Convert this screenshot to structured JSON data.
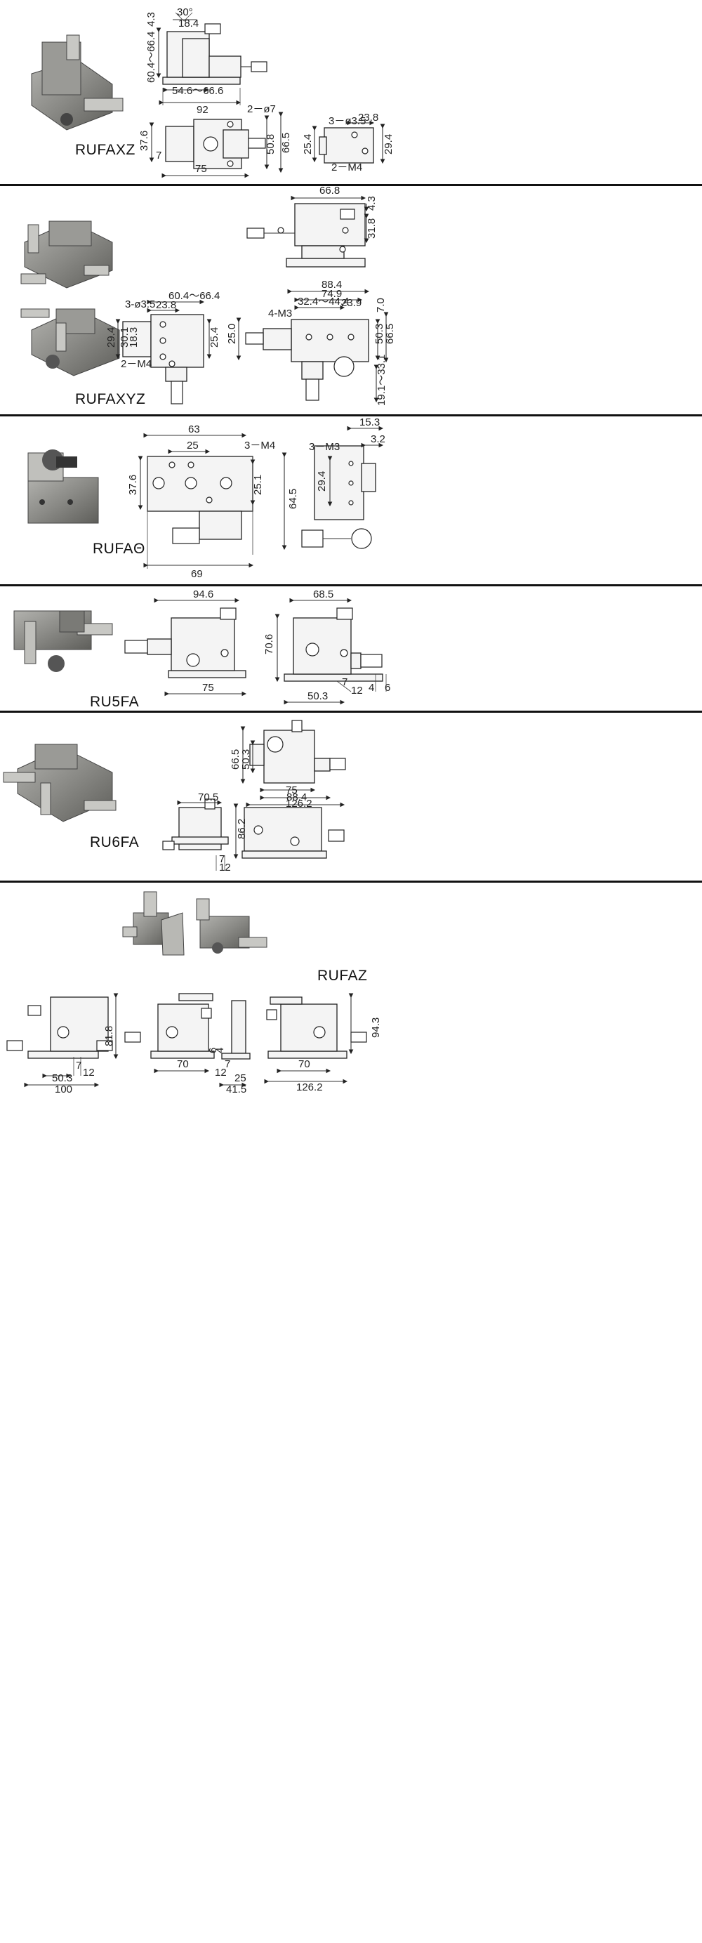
{
  "sections": [
    {
      "model": "RUFAXZ",
      "dims": [
        "30°",
        "18.4",
        "4.3",
        "60.4～66.4",
        "54.6～66.6",
        "92",
        "2－ø7",
        "37.6",
        "7",
        "50.8",
        "66.5",
        "75",
        "3－ø3.5",
        "23.8",
        "25.4",
        "29.4",
        "2－M4"
      ]
    },
    {
      "model": "RUFAXYZ",
      "dims": [
        "66.8",
        "4.3",
        "31.8",
        "60.4～66.4",
        "3-ø3.5",
        "23.8",
        "29.4",
        "30.1",
        "18.3",
        "25.4",
        "2－M4",
        "88.4",
        "74.9",
        "32.4～44.4",
        "23.9",
        "7.0",
        "4-M3",
        "25.0",
        "50.3",
        "66.5",
        "19.1～33.1"
      ]
    },
    {
      "model": "RUFAΘ",
      "dims": [
        "63",
        "25",
        "3－M4",
        "37.6",
        "25.1",
        "64.5",
        "69",
        "15.3",
        "3.2",
        "3－M3",
        "29.4"
      ]
    },
    {
      "model": "RU5FA",
      "dims": [
        "94.6",
        "75",
        "68.5",
        "70.6",
        "7",
        "12",
        "4",
        "6",
        "50.3"
      ]
    },
    {
      "model": "RU6FA",
      "dims": [
        "66.5",
        "50.3",
        "75",
        "88.4",
        "126.2",
        "70.5",
        "86.2",
        "7",
        "12"
      ]
    },
    {
      "model": "RUFAZ",
      "dims": [
        "81.8",
        "7",
        "12",
        "50.3",
        "100",
        "70",
        "6",
        "4",
        "12",
        "7",
        "25",
        "41.5",
        "94.3",
        "70",
        "126.2"
      ]
    }
  ],
  "colors": {
    "metal": "#8a8a86",
    "metal_dark": "#5e5e5a",
    "line": "#222222",
    "separator": "#111111"
  }
}
